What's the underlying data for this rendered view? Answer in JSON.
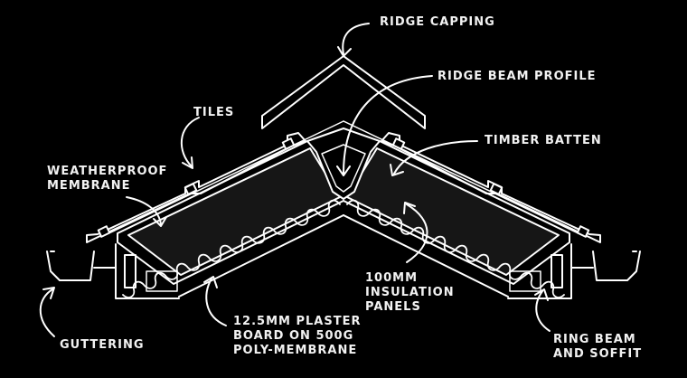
{
  "labels": {
    "ridge_capping": [
      "RIDGE CAPPING"
    ],
    "ridge_beam_profile": [
      "RIDGE BEAM PROFILE"
    ],
    "tiles": [
      "TILES"
    ],
    "timber_batten": [
      "TIMBER BATTEN"
    ],
    "weatherproof_membrane": [
      "WEATHERPROOF",
      "MEMBRANE"
    ],
    "insulation_panels": [
      "100MM",
      "INSULATION",
      "PANELS"
    ],
    "plaster_board": [
      "12.5MM PLASTER",
      "BOARD ON 500G",
      "POLY-MEMBRANE"
    ],
    "guttering": [
      "GUTTERING"
    ],
    "ring_beam": [
      "RING BEAM",
      "AND SOFFIT"
    ]
  },
  "colors": {
    "background": "#000000",
    "line": "#ffffff",
    "panel_fill": "#161616"
  }
}
